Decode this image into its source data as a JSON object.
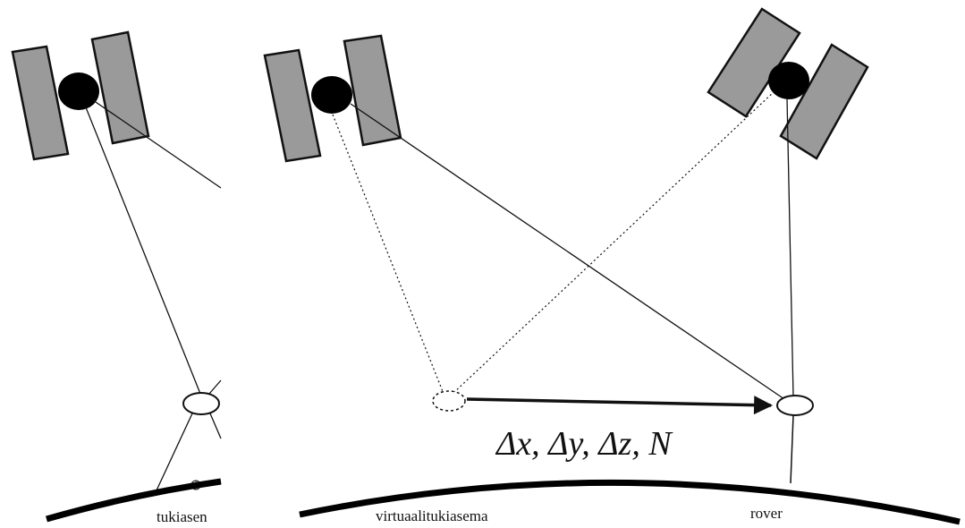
{
  "labels": {
    "left_station": "tukiasen",
    "virtual_station": "virtuaalitukiasema",
    "rover": "rover",
    "corrections": "Δx, Δy, Δz, N"
  },
  "colors": {
    "panel": "#9a9a9a",
    "stroke": "#111111",
    "body": "#000000",
    "background": "#ffffff"
  },
  "icons": [
    "satellite-icon",
    "receiver-icon",
    "arrow-icon",
    "earth-surface"
  ]
}
